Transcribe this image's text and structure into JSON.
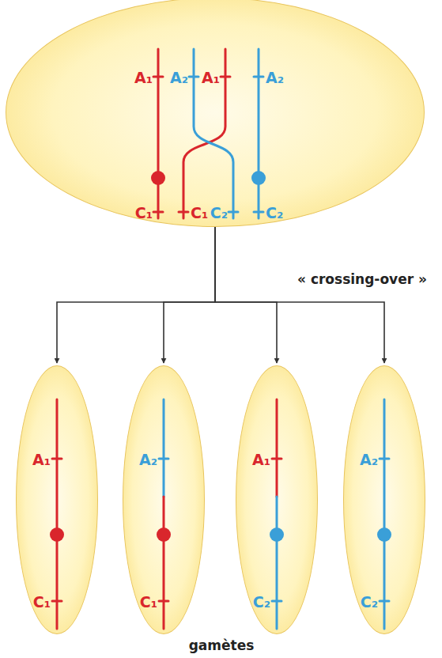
{
  "diagram": {
    "nodes": [
      {
        "text": [
          "A₁",
          "A₂",
          "A₁",
          "A₂",
          "C₁",
          "C₁",
          "C₂",
          "C₂"
        ]
      },
      {
        "text": [
          "A₁",
          "C₁"
        ]
      },
      {
        "text": [
          "A₂",
          "C₁"
        ]
      },
      {
        "text": [
          "A₁",
          "C₂"
        ]
      },
      {
        "text": [
          "A₂",
          "C₂"
        ]
      }
    ],
    "edges": [
      {
        "from": 0,
        "to": 1,
        "arrow": "to"
      },
      {
        "from": 0,
        "to": 2,
        "arrow": "to"
      },
      {
        "from": 0,
        "to": 3,
        "arrow": "to"
      },
      {
        "from": 0,
        "to": 4,
        "arrow": "to"
      }
    ],
    "labels": [
      "« crossing-over »",
      "gamètes"
    ]
  }
}
